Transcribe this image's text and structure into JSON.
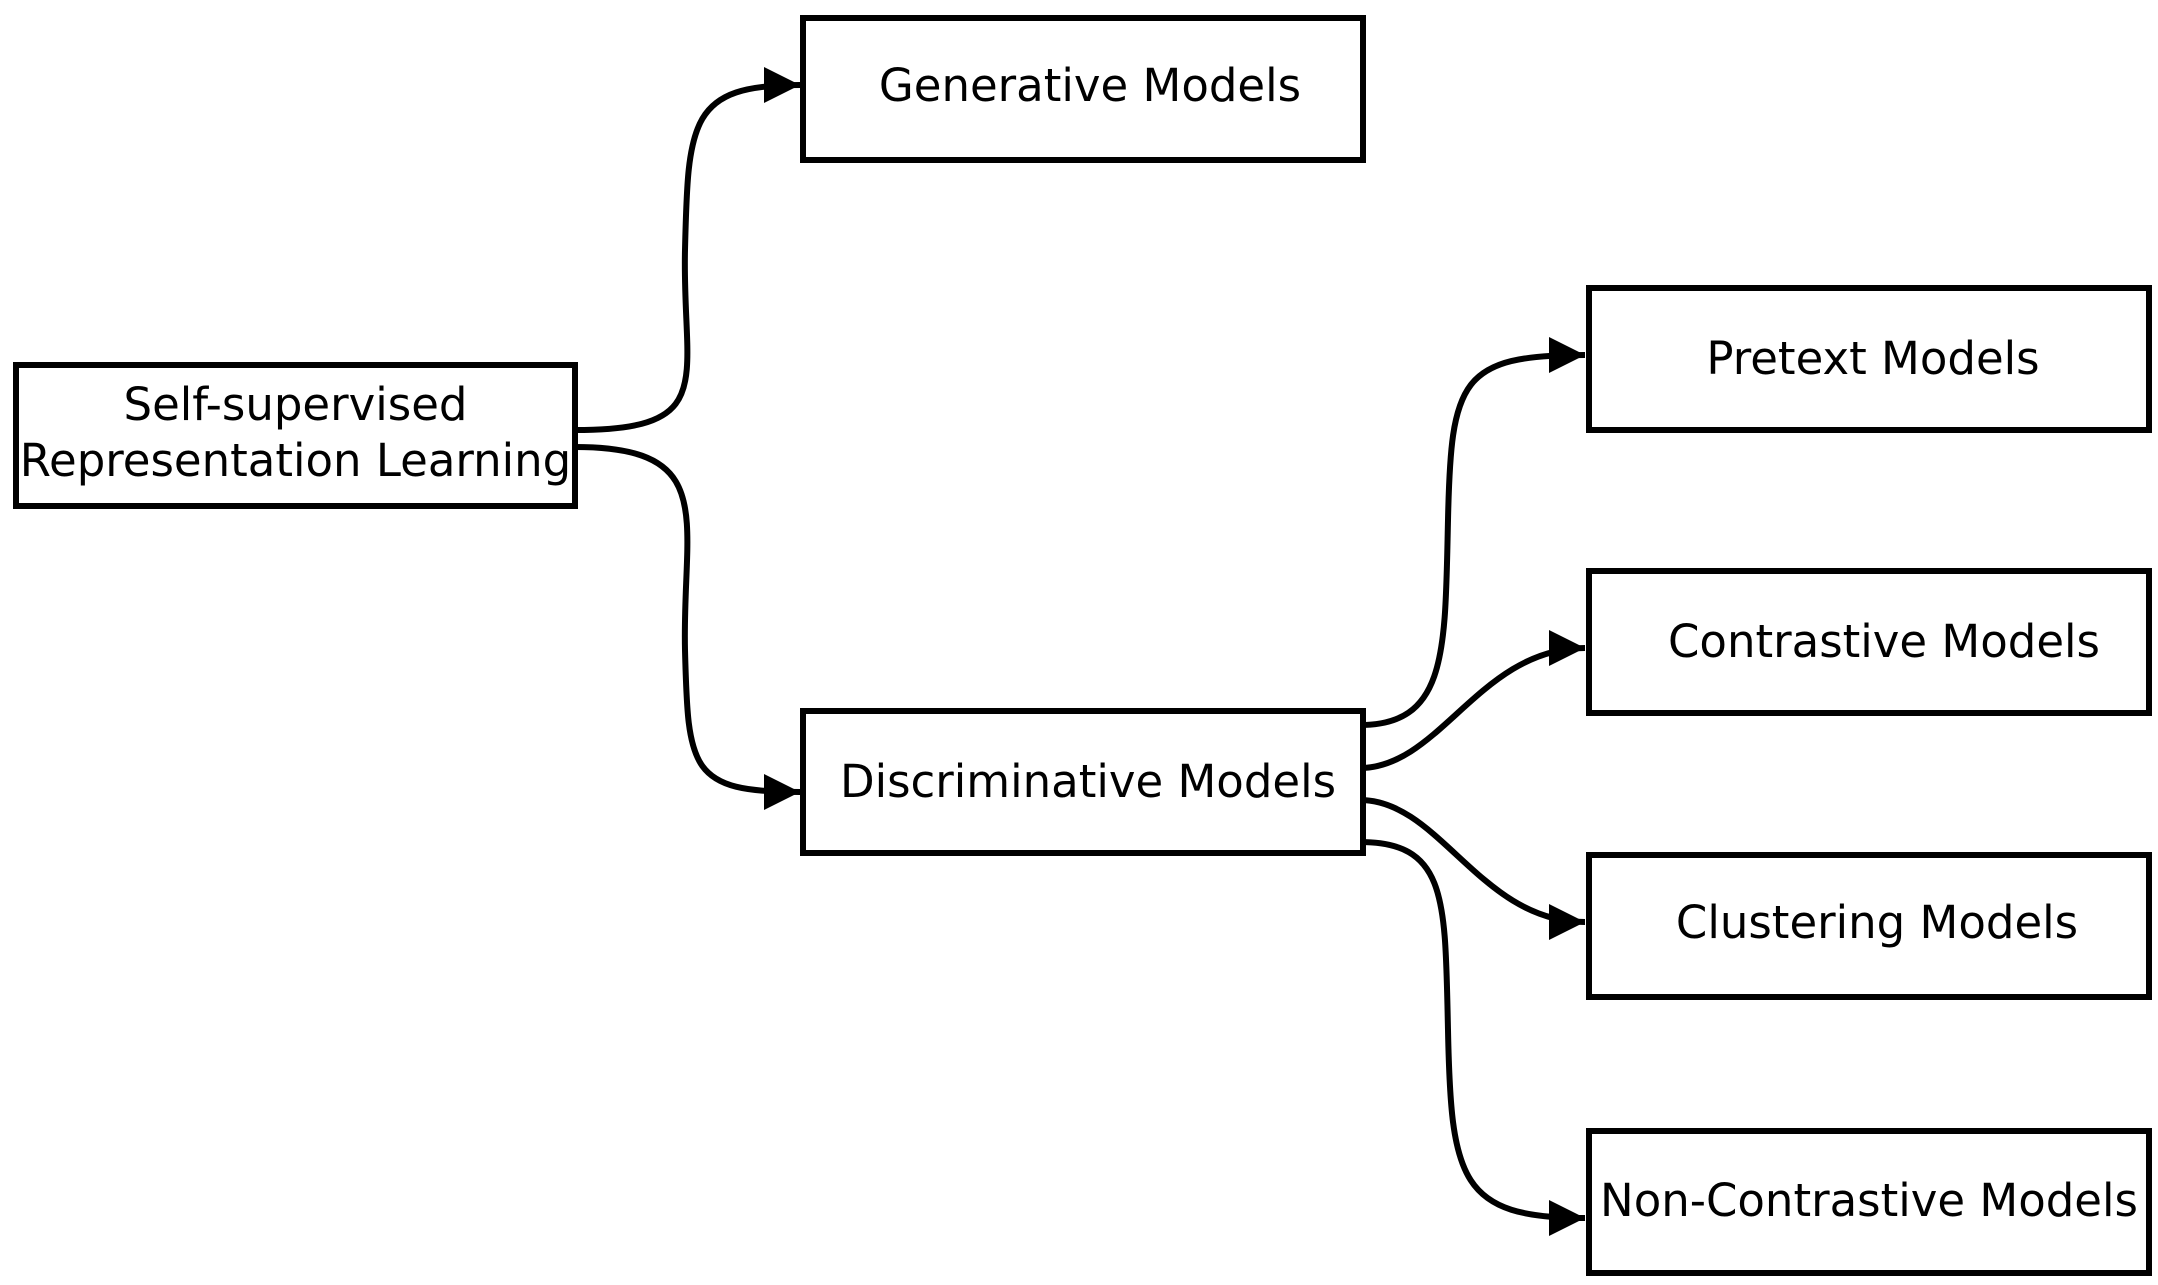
{
  "nodes": {
    "root": {
      "lines": [
        "Self-supervised",
        "Representation Learning"
      ]
    },
    "generative": {
      "label": "Generative Models"
    },
    "discriminative": {
      "label": "Discriminative Models"
    },
    "pretext": {
      "label": "Pretext Models"
    },
    "contrastive": {
      "label": "Contrastive Models"
    },
    "clustering": {
      "label": "Clustering Models"
    },
    "noncontrastive": {
      "label": "Non-Contrastive Models"
    }
  },
  "edges": [
    {
      "from": "Self-supervised Representation Learning",
      "to": "Generative Models"
    },
    {
      "from": "Self-supervised Representation Learning",
      "to": "Discriminative Models"
    },
    {
      "from": "Discriminative Models",
      "to": "Pretext Models"
    },
    {
      "from": "Discriminative Models",
      "to": "Contrastive Models"
    },
    {
      "from": "Discriminative Models",
      "to": "Clustering Models"
    },
    {
      "from": "Discriminative Models",
      "to": "Non-Contrastive Models"
    }
  ]
}
